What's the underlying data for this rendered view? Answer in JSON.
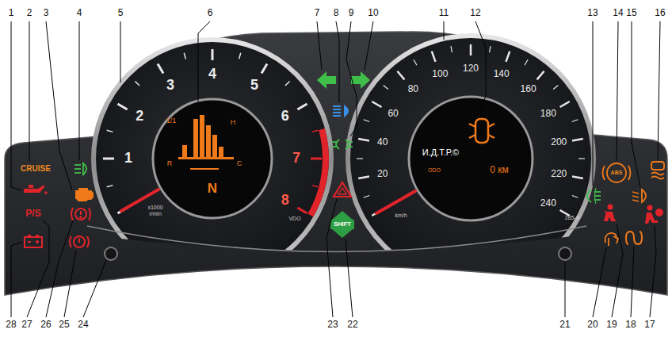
{
  "diagram": {
    "labels": [
      "1",
      "2",
      "3",
      "4",
      "5",
      "6",
      "7",
      "8",
      "9",
      "10",
      "11",
      "12",
      "13",
      "14",
      "15",
      "16",
      "28",
      "27",
      "26",
      "25",
      "24",
      "23",
      "22",
      "21",
      "20",
      "19",
      "18",
      "17",
      "1",
      "2",
      "3",
      "4",
      "5",
      "6",
      "7",
      "8",
      "x1000 r/min",
      "VDO",
      "20",
      "40",
      "60",
      "80",
      "100",
      "120",
      "140",
      "160",
      "180",
      "200",
      "220",
      "240",
      "km/h",
      "285-A",
      "CRUISE",
      "P/S",
      "SHIFT",
      "ABS",
      "1/1",
      "H",
      "R",
      "C",
      "N",
      "И.Д.Т.Р.©",
      "ODO",
      "0 км"
    ]
  }
}
